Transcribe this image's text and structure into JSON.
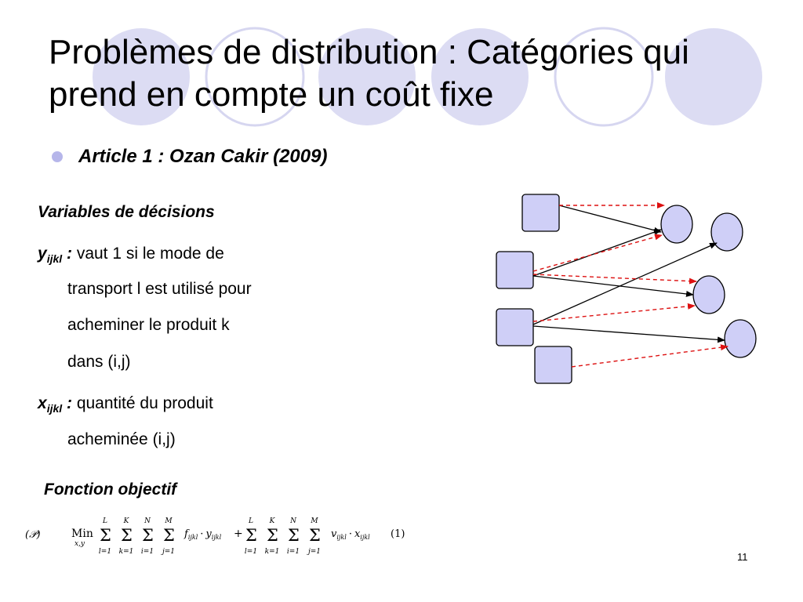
{
  "slide": {
    "title_line1": "Problèmes de distribution : Catégories qui",
    "title_line2": "prend en compte un coût fixe",
    "bullet": "Article 1 : Ozan Cakir (2009)",
    "page_number": "11"
  },
  "variables": {
    "heading": "Variables de décisions",
    "y": {
      "symbol": "y",
      "subscript": "ijkl",
      "separator": " :",
      "desc_first": " vaut 1 si le mode de",
      "desc_lines": [
        "transport l est utilisé pour",
        "acheminer le produit k",
        "dans (i,j)"
      ]
    },
    "x": {
      "symbol": "x",
      "subscript": "ijkl",
      "separator": " :",
      "desc_first": " quantité du produit",
      "desc_lines": [
        "acheminée (i,j)"
      ]
    }
  },
  "objective": {
    "heading": "Fonction objectif",
    "problem_label": "(𝒫)",
    "min_label": "Min",
    "min_sub": "x,y",
    "sum_upper": [
      "L",
      "K",
      "N",
      "M"
    ],
    "sum_lower": [
      "l=1",
      "k=1",
      "i=1",
      "j=1"
    ],
    "term1_f": "f",
    "term1_f_sub": "ijkl",
    "term1_y": "y",
    "term1_y_sub": "ijkl",
    "plus": "+",
    "term2_v": "v",
    "term2_v_sub": "ijkl",
    "term2_x": "x",
    "term2_x_sub": "ijkl",
    "dot": "·",
    "eq_number": "(1)"
  },
  "colors": {
    "decor_fill": "#dcdcf3",
    "decor_stroke": "#d6d6f0",
    "bullet": "#b6b6ea",
    "node_fill": "#cfcff7",
    "arrow_solid": "#000000",
    "arrow_dashed": "#dd1111"
  }
}
